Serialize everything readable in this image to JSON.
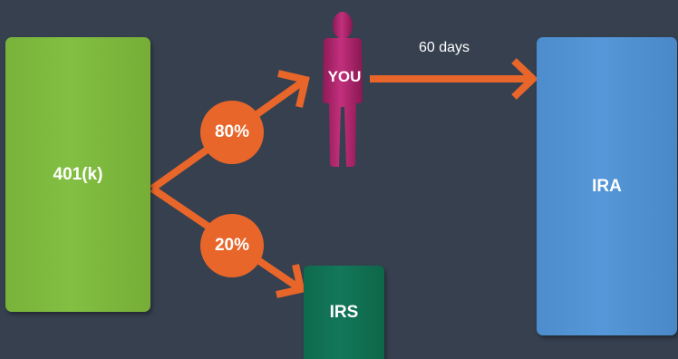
{
  "boxes": {
    "source": "401(k)",
    "destination": "IRA",
    "tax": "IRS"
  },
  "splits": {
    "to_you": "80%",
    "to_irs": "20%"
  },
  "person": "YOU",
  "timeline": "60 days",
  "colors": {
    "background": "#36404f",
    "source_box": "#80bc40",
    "destination_box": "#5596d7",
    "tax_box": "#12724f",
    "arrows": "#e8662a",
    "person": "#b0256e"
  },
  "icons": [
    "person-icon",
    "arrow-icon"
  ]
}
